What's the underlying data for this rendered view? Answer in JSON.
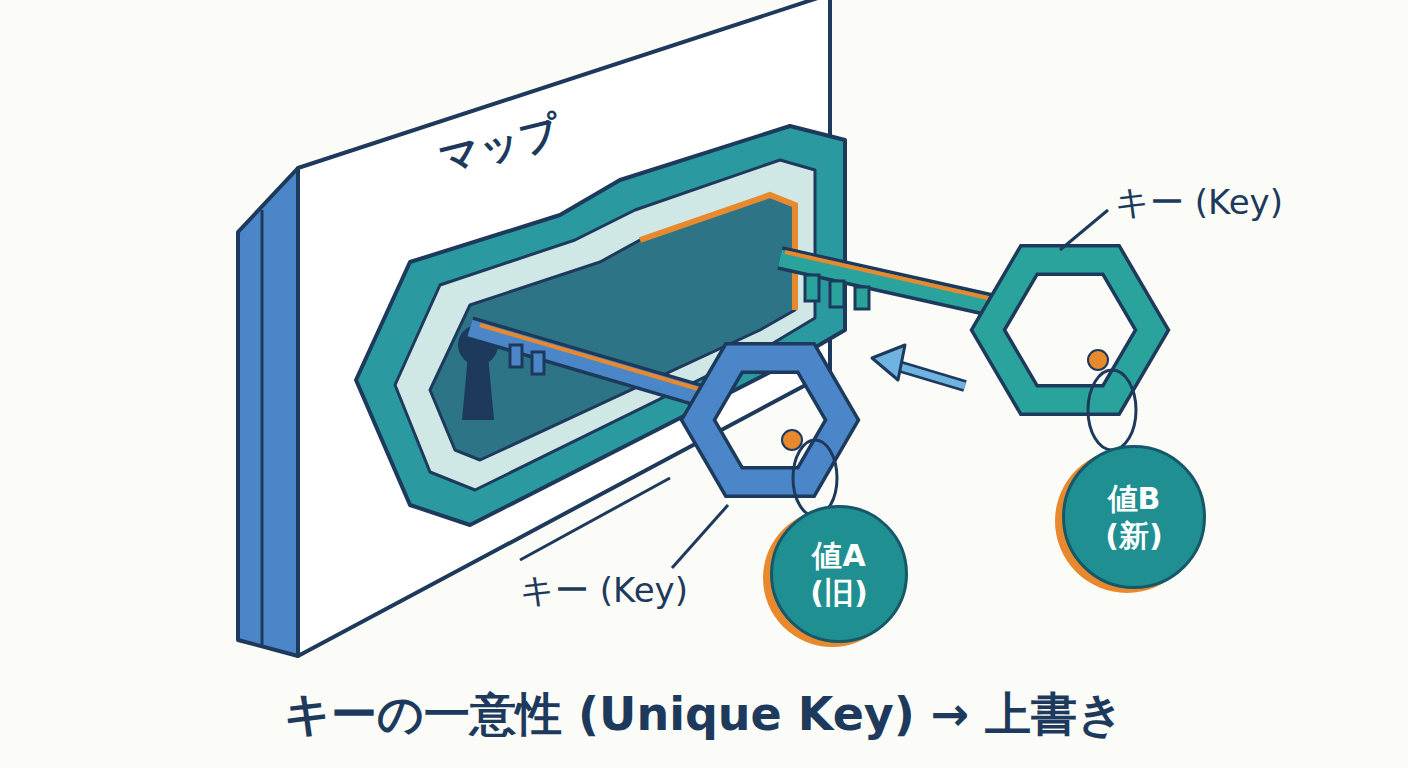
{
  "diagram": {
    "caption": "キーの一意性 (Unique Key) → 上書き",
    "nodes": [
      {
        "text": [
          "マップ"
        ]
      },
      {
        "text": [
          "値A (旧)"
        ]
      },
      {
        "text": [
          "値B (新)"
        ]
      }
    ],
    "labels": [
      "キー (Key)",
      "キー (Key)"
    ]
  }
}
